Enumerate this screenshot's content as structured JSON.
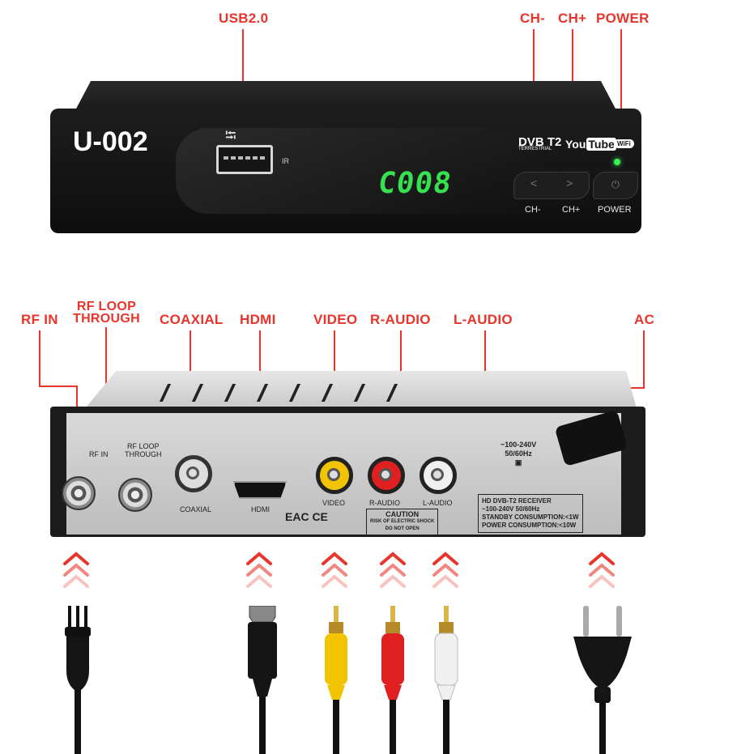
{
  "front_panel": {
    "model": "U-002",
    "display": "C008",
    "ir_label": "IR",
    "logos": {
      "dvb": "DVB T2",
      "dvb_sub": "TERRESTRIAL",
      "youtube_a": "You",
      "youtube_b": "Tube",
      "wifi": "WiFi"
    },
    "button_labels": {
      "ch_minus": "CH-",
      "ch_plus": "CH+",
      "power": "POWER"
    },
    "display_color": "#36e04e"
  },
  "front_callouts": {
    "usb": "USB2.0",
    "ch_minus": "CH-",
    "ch_plus": "CH+",
    "power": "POWER"
  },
  "rear_callouts": {
    "rf_in": "RF IN",
    "rf_loop_1": "RF LOOP",
    "rf_loop_2": "THROUGH",
    "coaxial": "COAXIAL",
    "hdmi": "HDMI",
    "video": "VIDEO",
    "r_audio": "R-AUDIO",
    "l_audio": "L-AUDIO",
    "ac": "AC"
  },
  "rear_panel": {
    "rf_in": "RF IN",
    "rf_loop_1": "RF LOOP",
    "rf_loop_2": "THROUGH",
    "coaxial": "COAXIAL",
    "hdmi": "HDMI",
    "video": "VIDEO",
    "r_audio": "R-AUDIO",
    "l_audio": "L-AUDIO",
    "voltage": "~100-240V",
    "freq": "50/60Hz",
    "certs": "EAC CE",
    "caution_title": "CAUTION",
    "caution_1": "RISK OF ELECTRIC SHOCK",
    "caution_2": "DO NOT OPEN",
    "spec_1": "HD DVB-T2 RECEIVER",
    "spec_2": "~100-240V 50/60Hz",
    "spec_3": "STANDBY CONSUMPTION:<1W",
    "spec_4": "POWER CONSUMPTION:<10W"
  },
  "colors": {
    "accent": "#e8342a",
    "yellow": "#f2c400",
    "red": "#e02020",
    "white": "#f0f0f0"
  }
}
